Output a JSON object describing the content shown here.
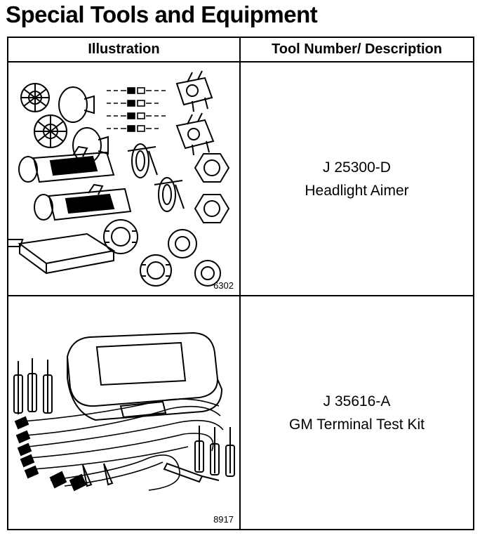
{
  "title": "Special Tools and Equipment",
  "table": {
    "headers": {
      "illustration": "Illustration",
      "tool": "Tool Number/ Description"
    },
    "rows": [
      {
        "figure_number": "6302",
        "tool_number": "J 25300-D",
        "description": "Headlight Aimer"
      },
      {
        "figure_number": "8917",
        "tool_number": "J 35616-A",
        "description": "GM Terminal Test Kit"
      }
    ]
  }
}
